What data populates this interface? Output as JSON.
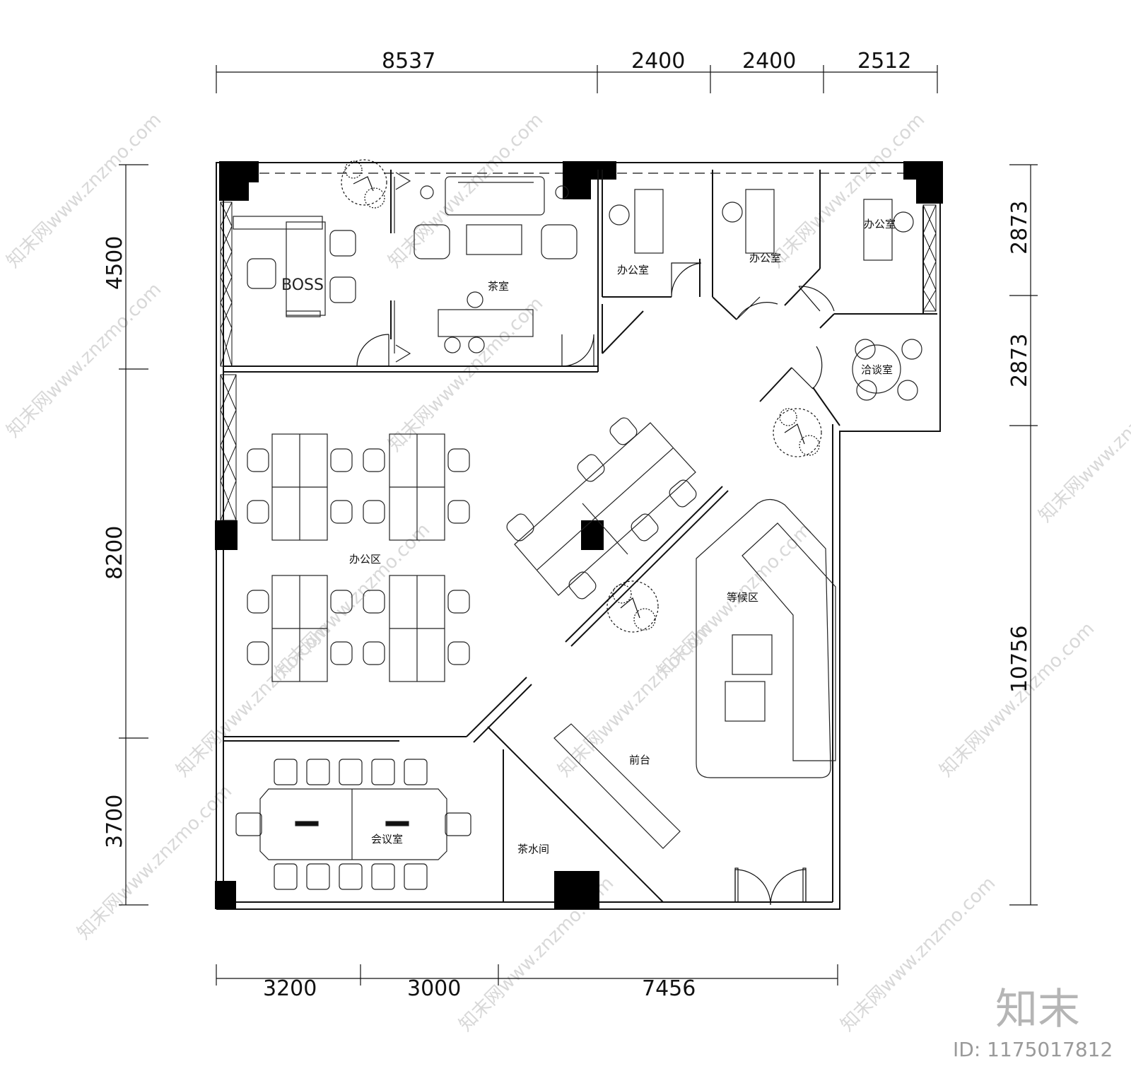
{
  "dimensions": {
    "top": [
      "8537",
      "2400",
      "2400",
      "2512"
    ],
    "bottom": [
      "3200",
      "3000",
      "7456"
    ],
    "left": [
      "4500",
      "8200",
      "3700"
    ],
    "right": [
      "2873",
      "2873",
      "10756"
    ]
  },
  "rooms": {
    "boss": "BOSS",
    "tea_room": "茶室",
    "office_1": "办公室",
    "office_2": "办公室",
    "office_3": "办公室",
    "negotiation_room": "洽谈室",
    "office_area": "办公区",
    "waiting_area": "等候区",
    "reception": "前台",
    "meeting_room": "会议室",
    "pantry": "茶水间"
  },
  "watermark": {
    "text": "知末网www.znzmo.com",
    "logo": "知末",
    "id": "ID: 1175017812"
  },
  "colors": {
    "line": "#111111",
    "column": "#000000",
    "watermark": "#d8d8d8"
  }
}
